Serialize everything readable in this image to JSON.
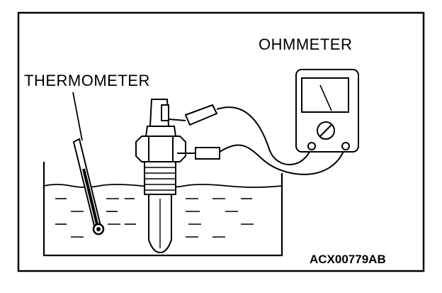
{
  "labels": {
    "ohmmeter": "OHMMETER",
    "thermometer": "THERMOMETER",
    "figure_code": "ACX00779AB"
  },
  "icons": [
    "thermometer-icon",
    "ohmmeter-icon",
    "sensor-icon",
    "liquid-container-icon"
  ],
  "colors": {
    "line": "#000000",
    "background": "#ffffff"
  }
}
